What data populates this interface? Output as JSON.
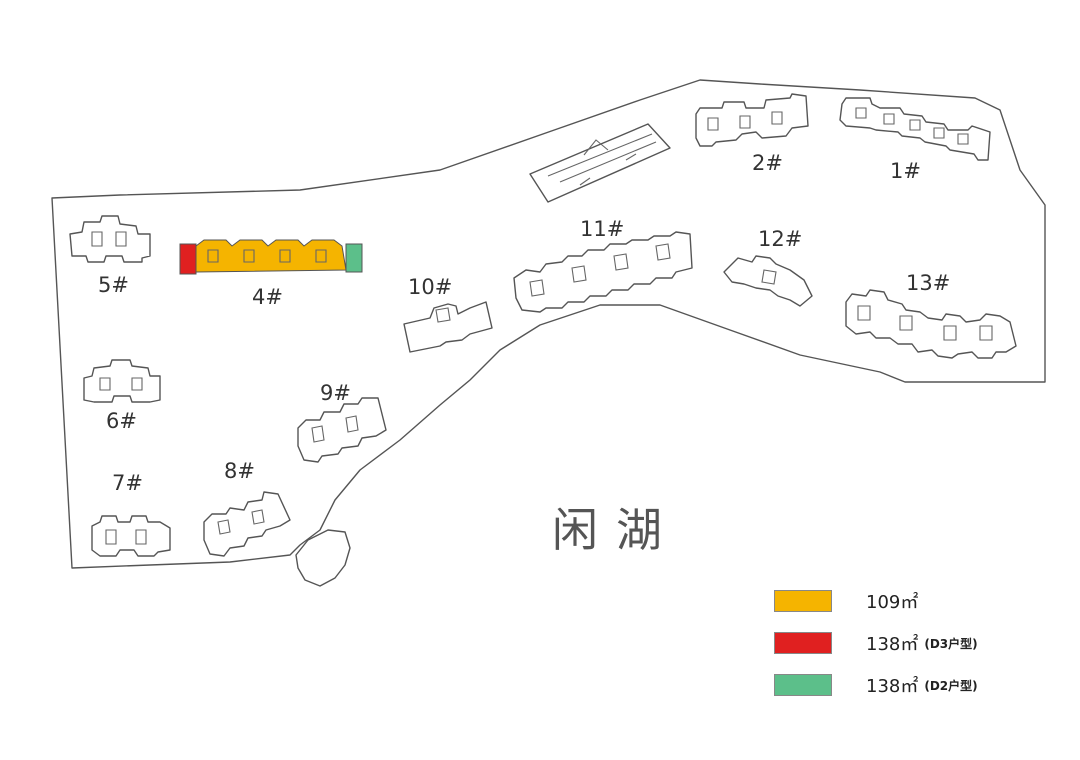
{
  "map": {
    "lake_label": "闲湖",
    "buildings": [
      {
        "label": "1#"
      },
      {
        "label": "2#"
      },
      {
        "label": "4#"
      },
      {
        "label": "5#"
      },
      {
        "label": "6#"
      },
      {
        "label": "7#"
      },
      {
        "label": "8#"
      },
      {
        "label": "9#"
      },
      {
        "label": "10#"
      },
      {
        "label": "11#"
      },
      {
        "label": "12#"
      },
      {
        "label": "13#"
      }
    ],
    "highlight_colors": {
      "yellow": "#f5b400",
      "red": "#e02020",
      "green": "#5cbf8a"
    }
  },
  "legend": {
    "items": [
      {
        "label": "109㎡",
        "sub": "",
        "color": "#f5b400"
      },
      {
        "label": "138㎡",
        "sub": "(D3户型)",
        "color": "#e02020"
      },
      {
        "label": "138㎡",
        "sub": "(D2户型)",
        "color": "#5cbf8a"
      }
    ]
  }
}
